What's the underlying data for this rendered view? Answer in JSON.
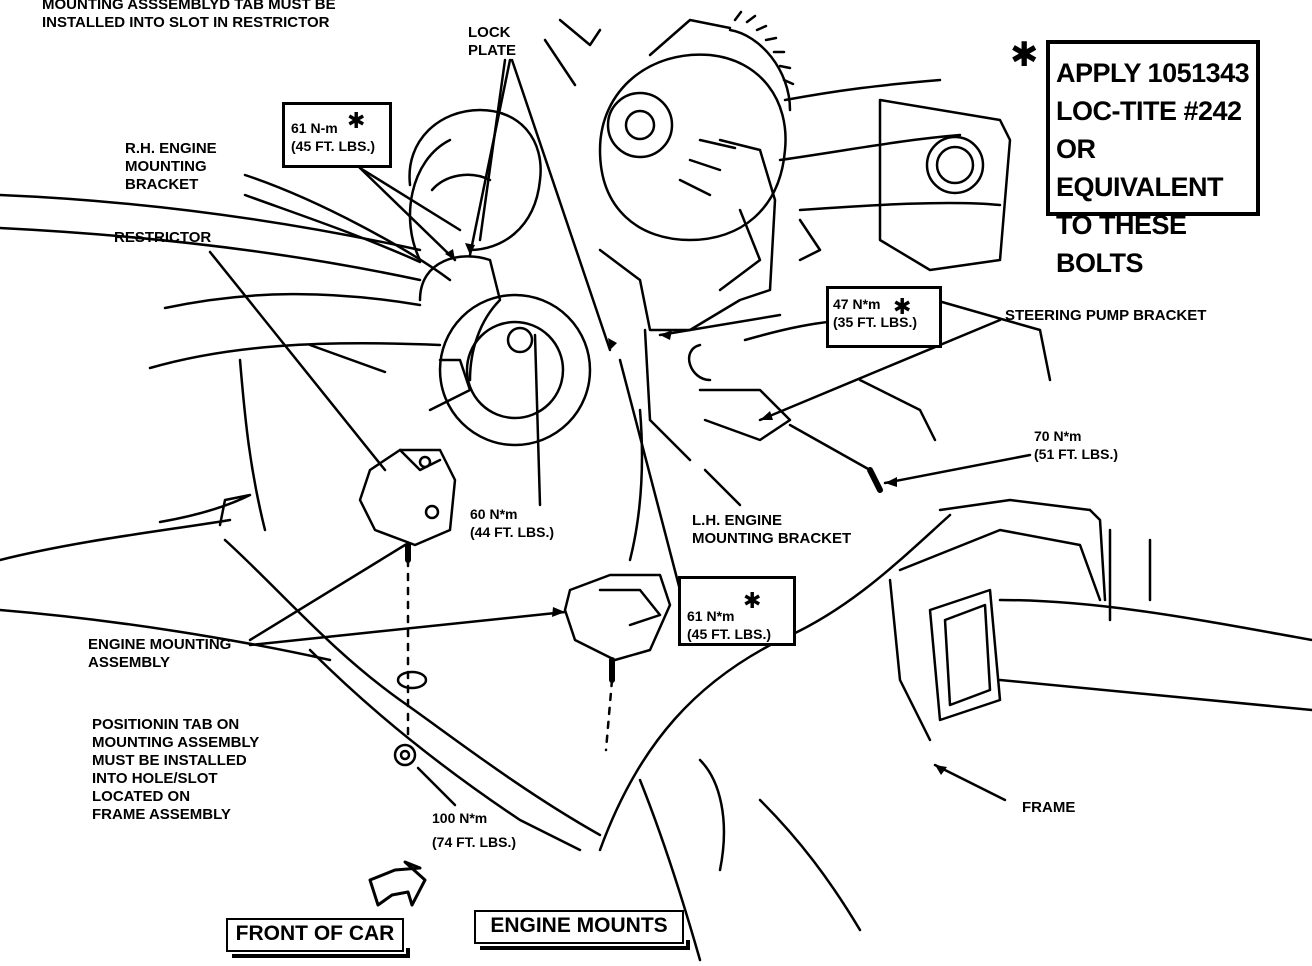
{
  "labels": {
    "top_note": [
      "MOUNTING ASSSEMBLYD TAB MUST BE",
      "INSTALLED INTO SLOT IN RESTRICTOR"
    ],
    "lock_plate": [
      "LOCK",
      "PLATE"
    ],
    "rh_bracket": [
      "R.H. ENGINE",
      "MOUNTING",
      "BRACKET"
    ],
    "restrictor": "RESTRICTOR",
    "steering_pump_bracket": "STEERING PUMP BRACKET",
    "lh_bracket": [
      "L.H. ENGINE",
      "MOUNTING BRACKET"
    ],
    "engine_mounting_assembly": [
      "ENGINE MOUNTING",
      "ASSEMBLY"
    ],
    "positioning_tab": [
      "POSITIONIN TAB ON",
      "MOUNTING ASSEMBLY",
      "MUST BE INSTALLED",
      "INTO HOLE/SLOT",
      "LOCATED ON",
      "FRAME ASSEMBLY"
    ],
    "frame": "FRAME"
  },
  "torques": {
    "t61_top": [
      "61 N-m",
      "(45 FT. LBS.)"
    ],
    "t47": [
      "47 N*m",
      "(35 FT. LBS.)"
    ],
    "t70": [
      "70 N*m",
      "(51 FT. LBS.)"
    ],
    "t60": [
      "60 N*m",
      "(44 FT. LBS.)"
    ],
    "t61_bottom": [
      "61 N*m",
      "(45 FT. LBS.)"
    ],
    "t100": [
      "100 N*m",
      "(74 FT. LBS.)"
    ]
  },
  "apply_box": {
    "lines": [
      "APPLY 1051343",
      "LOC-TITE #242",
      "OR EQUIVALENT",
      "TO THESE BOLTS"
    ]
  },
  "captions": {
    "front_of_car": "FRONT OF CAR",
    "engine_mounts": "ENGINE MOUNTS"
  }
}
